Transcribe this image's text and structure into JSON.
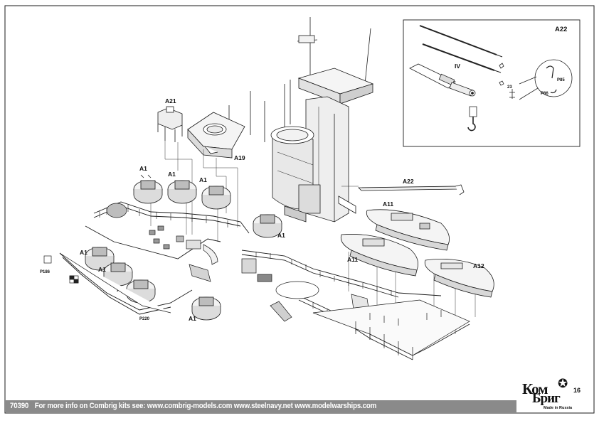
{
  "labels": {
    "a21": "A21",
    "a19": "A19",
    "a1": "A1",
    "a22": "A22",
    "a11": "A11",
    "a12": "A12",
    "p186": "P186",
    "p220": "P220",
    "iv": "IV",
    "n23": "23",
    "p85": "P85",
    "p86": "P86"
  },
  "footer": {
    "code": "70390",
    "text": "For more info on Combrig kits see: www.combrig-models.com www.steelnavy.net  www.modelwarships.com"
  },
  "logo": {
    "line1": "Ком",
    "line2": "Бриг",
    "made_in": "Made in Russia"
  },
  "page_number": "16",
  "colors": {
    "line": "#1a1a1a",
    "footer_bar": "#8a8a8a",
    "footer_text": "#ffffff"
  }
}
